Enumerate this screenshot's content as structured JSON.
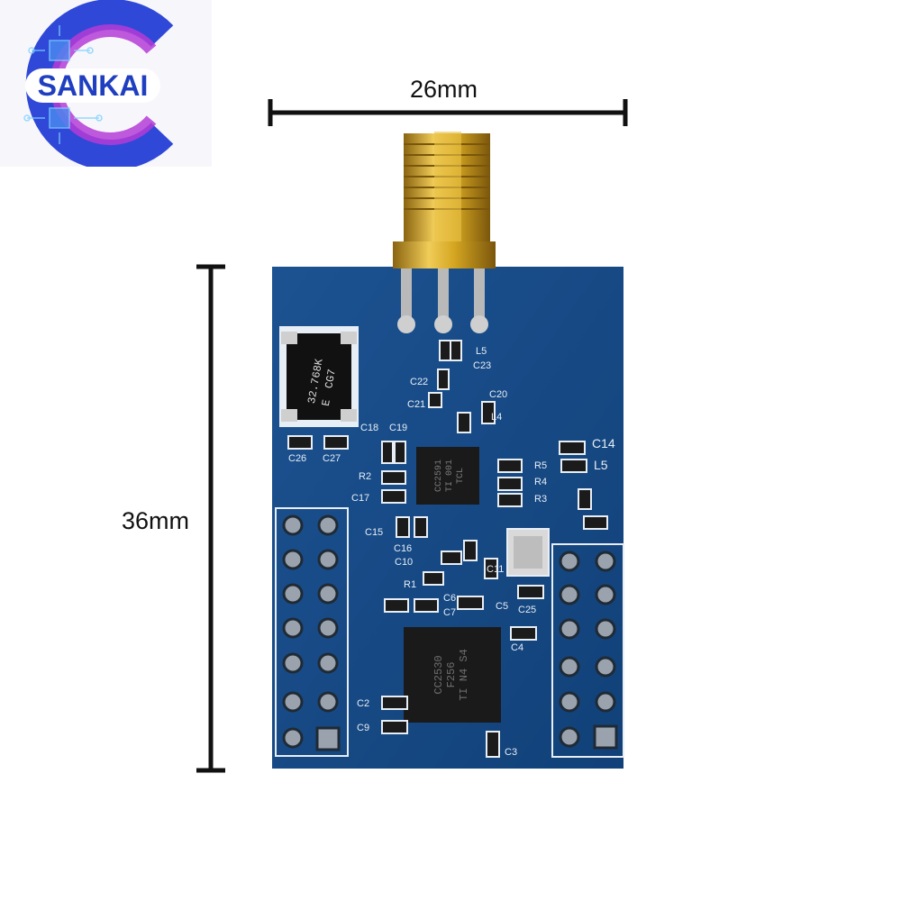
{
  "logo": {
    "text": "SANKAI",
    "colors": {
      "outer": "#2f48d8",
      "inner": "#b43cd6",
      "text": "#1f3fc0"
    }
  },
  "dimensions": {
    "width": "26mm",
    "height": "36mm"
  },
  "board": {
    "pcb_color": "#154a86",
    "silk_color": "#e8eef5",
    "connector_color": "#d4a520",
    "crystal": {
      "line1": "32.768K",
      "line2": "E",
      "line3": "CG7"
    },
    "chip_top": {
      "line1": "CC2591",
      "line2": "TI 001",
      "line3": "TCL"
    },
    "chip_main": {
      "line1": "CC2530",
      "line2": "F256",
      "line3": "TI N4 S4"
    },
    "component_labels": {
      "L5_top": "L5",
      "C23": "C23",
      "C22": "C22",
      "C20": "C20",
      "C21": "C21",
      "L4": "L4",
      "C18": "C18",
      "C19": "C19",
      "C26": "C26",
      "C27": "C27",
      "C14": "C14",
      "L5_right": "L5",
      "R2": "R2",
      "R5": "R5",
      "R4": "R4",
      "R3": "R3",
      "C17": "C17",
      "C15": "C15",
      "C16": "C16",
      "C10": "C10",
      "C11": "C11",
      "R1": "R1",
      "C6": "C6",
      "C7": "C7",
      "C5": "C5",
      "C25": "C25",
      "C4": "C4",
      "C2": "C2",
      "C9": "C9",
      "C3": "C3"
    }
  }
}
